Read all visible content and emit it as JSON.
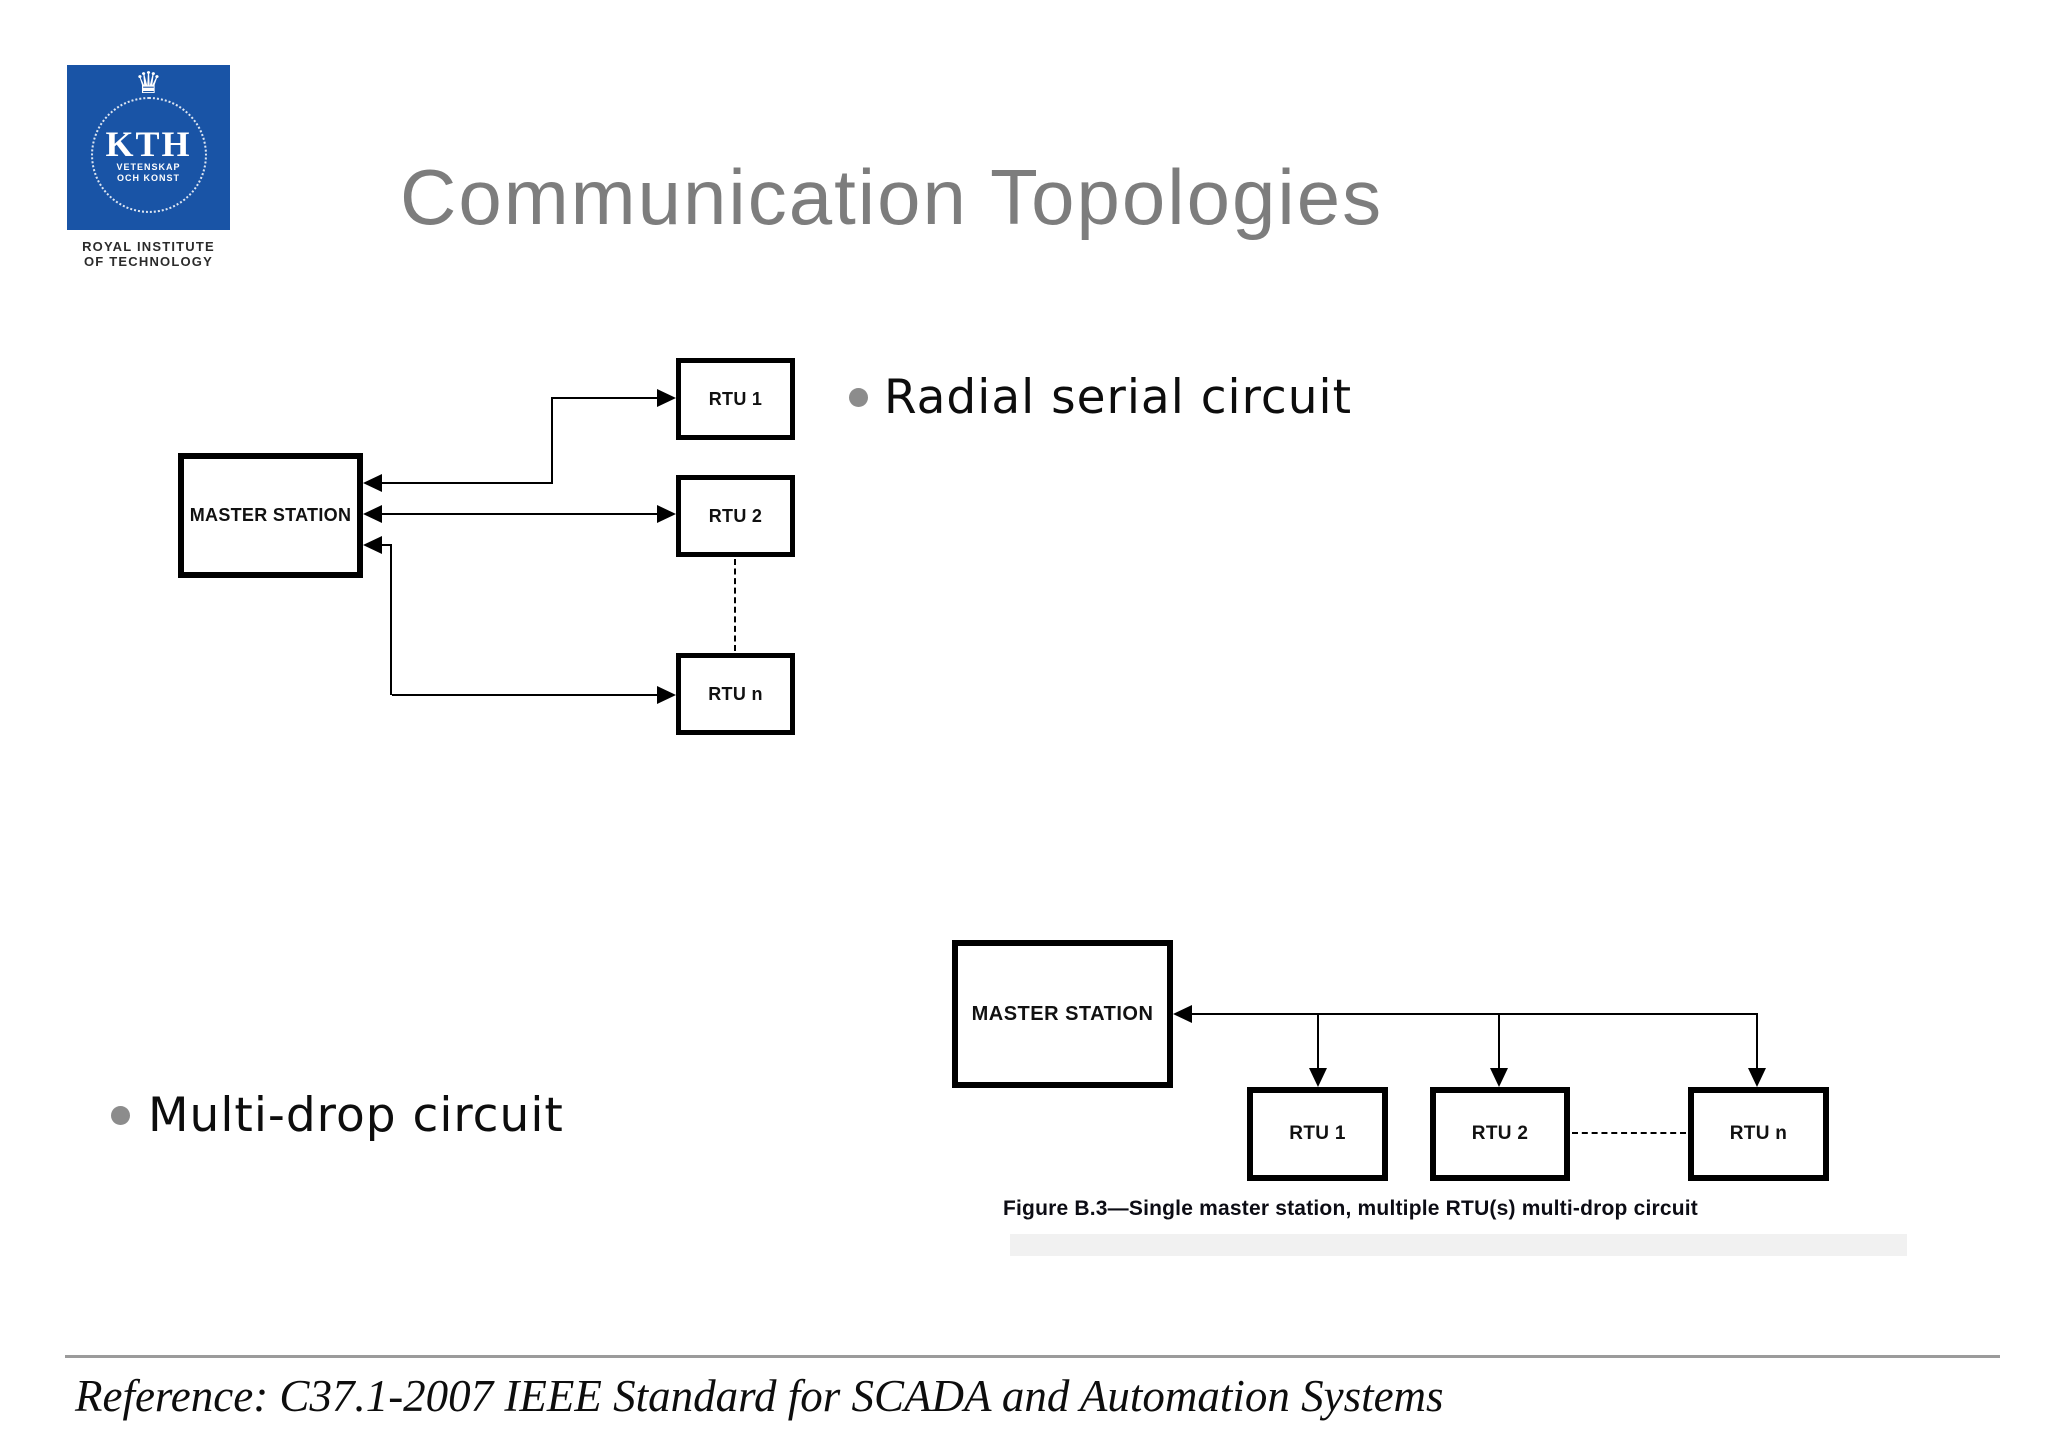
{
  "logo": {
    "acronym": "KTH",
    "motto_line1": "VETENSKAP",
    "motto_line2": "OCH KONST",
    "institute_line1": "ROYAL INSTITUTE",
    "institute_line2": "OF TECHNOLOGY",
    "brand_blue": "#1954a6",
    "crown_icon": "♛"
  },
  "header": {
    "title": "Communication Topologies",
    "title_color": "#7d7d7d"
  },
  "bullets": [
    {
      "label": "Radial serial circuit"
    },
    {
      "label": "Multi-drop circuit"
    }
  ],
  "diagram_radial": {
    "master_label": "MASTER STATION",
    "rtu1_label": "RTU 1",
    "rtu2_label": "RTU 2",
    "rtun_label": "RTU n"
  },
  "diagram_multidrop": {
    "master_label": "MASTER STATION",
    "rtu1_label": "RTU 1",
    "rtu2_label": "RTU 2",
    "rtun_label": "RTU n",
    "caption": "Figure B.3—Single master station, multiple RTU(s) multi-drop circuit"
  },
  "footer": {
    "reference": "Reference: C37.1-2007 IEEE Standard for SCADA and Automation Systems"
  }
}
